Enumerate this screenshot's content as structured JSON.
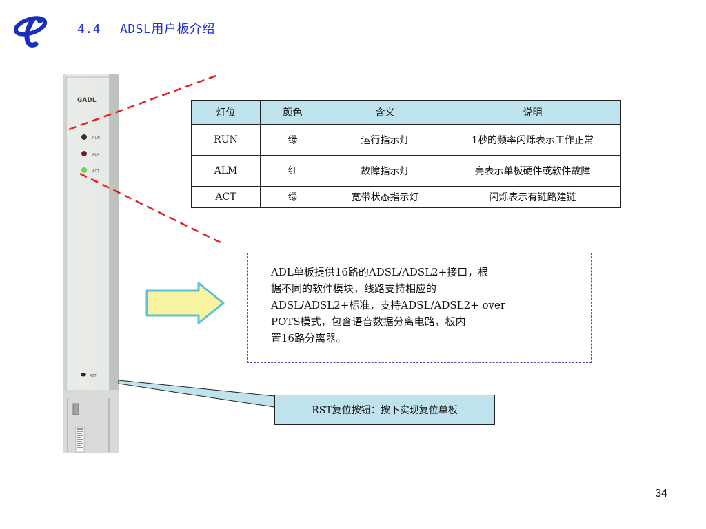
{
  "header": {
    "section_number": "4.4",
    "section_title": "ADSL用户板介绍"
  },
  "board": {
    "model_label": "GADL",
    "leds": [
      "RUN",
      "ALM",
      "ACT"
    ],
    "button_label": "RST",
    "colors": {
      "run_led": "#333333",
      "alm_led": "#7a1f1f",
      "act_led": "#66dd44"
    }
  },
  "led_table": {
    "headers": [
      "灯位",
      "颜色",
      "含义",
      "说明"
    ],
    "rows": [
      [
        "RUN",
        "绿",
        "运行指示灯",
        "1秒的频率闪烁表示工作正常"
      ],
      [
        "ALM",
        "红",
        "故障指示灯",
        "亮表示单板硬件或软件故障"
      ],
      [
        "ACT",
        "绿",
        "宽带状态指示灯",
        "闪烁表示有链路建链"
      ]
    ],
    "header_color": "#bfe3ec"
  },
  "description": {
    "lines": [
      "ADL单板提供16路的ADSL/ADSL2+接口，根",
      "据不同的软件模块，线路支持相应的",
      "ADSL/ADSL2+标准，支持ADSL/ADSL2+ over",
      "POTS模式，包含语音数据分离电路，板内",
      "置16路分离器。"
    ]
  },
  "rst_callout": {
    "text": "RST复位按钮：按下实现复位单板"
  },
  "page_number": "34",
  "colors": {
    "accent": "#1f2fd6",
    "dashed_line": "#e02020",
    "arrow_fill": "#f7f3a0",
    "arrow_stroke": "#5ec0d8"
  }
}
